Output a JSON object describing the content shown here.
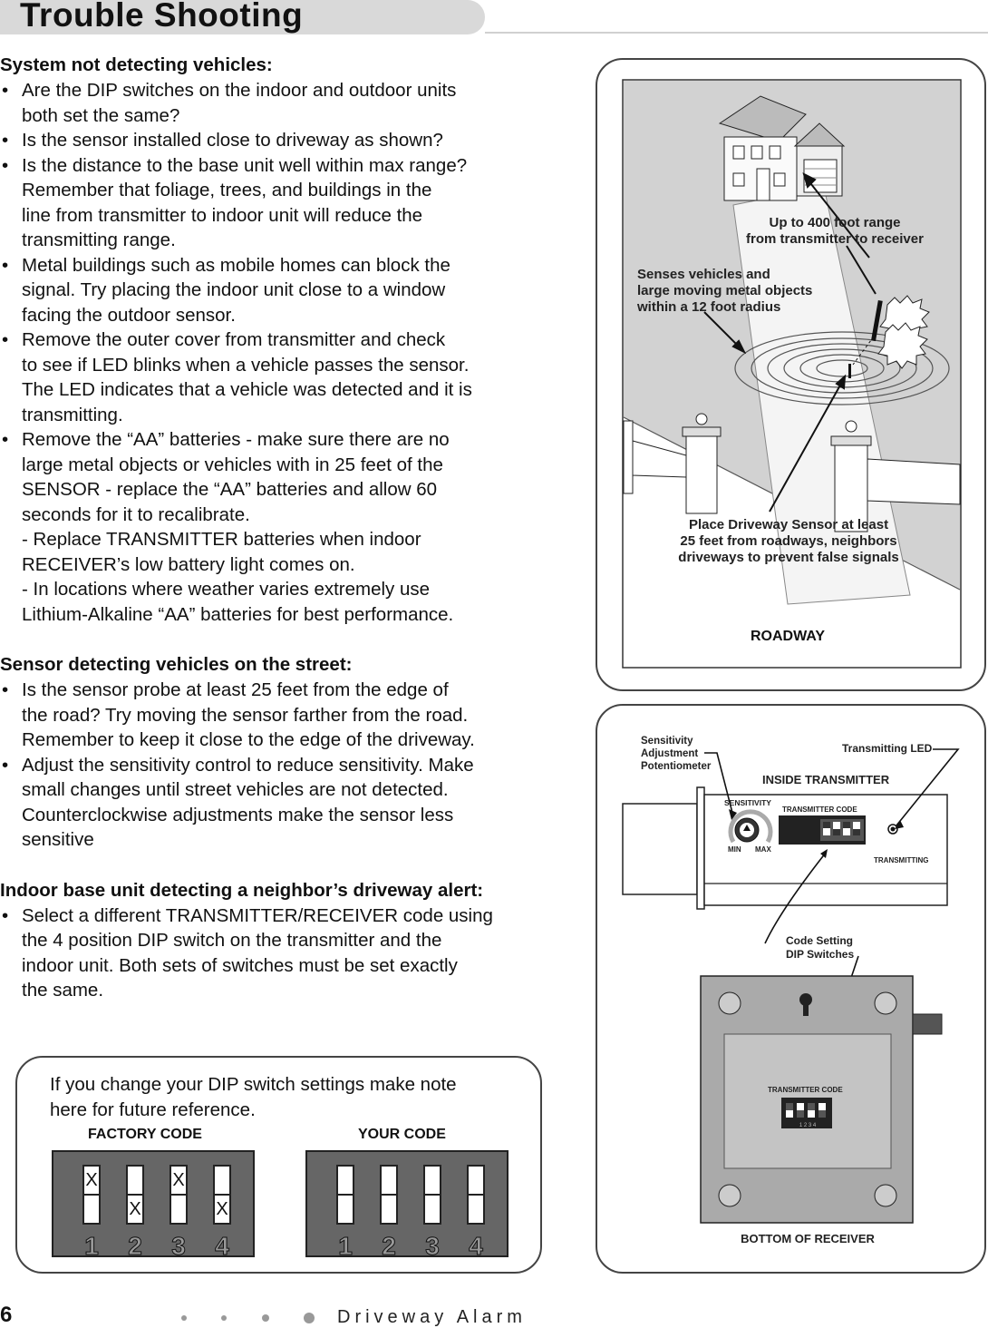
{
  "header": {
    "title": "Trouble Shooting"
  },
  "sections": [
    {
      "heading": "System not detecting vehicles:",
      "items": [
        [
          "Are the DIP switches on the indoor and outdoor units",
          "both set the same?"
        ],
        [
          "Is the sensor installed close to driveway as shown?"
        ],
        [
          "Is the distance to the base unit well within max range?",
          "Remember that foliage, trees, and buildings in the",
          "line from transmitter to indoor unit will reduce the",
          "transmitting range."
        ],
        [
          "Metal buildings such as mobile homes can block the",
          "signal. Try placing the indoor unit close to a window",
          "facing the outdoor sensor."
        ],
        [
          "Remove the outer cover from transmitter and check",
          "to see if LED blinks when a vehicle passes the sensor.",
          "The LED indicates that a vehicle was detected and it is",
          "transmitting."
        ],
        [
          "Remove the “AA” batteries - make sure there are no",
          "large metal objects or vehicles with in 25 feet of the",
          "SENSOR - replace the “AA” batteries and allow 60",
          "seconds for it to recalibrate.",
          "- Replace TRANSMITTER batteries when indoor",
          "RECEIVER’s low battery light comes on.",
          "- In locations where weather varies extremely use",
          "Lithium-Alkaline “AA” batteries for best performance."
        ]
      ]
    },
    {
      "heading": "Sensor detecting vehicles on the street:",
      "items": [
        [
          "Is the sensor probe at least 25 feet from the edge of",
          "the road?  Try moving the sensor farther from the road.",
          "Remember to keep it close to the edge of the driveway."
        ],
        [
          "Adjust the sensitivity control to reduce sensitivity.  Make",
          "small changes until street vehicles are not detected.",
          "Counterclockwise adjustments make the sensor less",
          "sensitive"
        ]
      ]
    },
    {
      "heading": "Indoor base unit detecting a neighbor’s driveway alert:",
      "items": [
        [
          "Select a different TRANSMITTER/RECEIVER code using",
          "the 4 position DIP switch on the transmitter and the",
          "indoor unit.  Both sets of switches must be set exactly",
          "the same."
        ]
      ]
    }
  ],
  "note": {
    "line1": "If you change your DIP switch settings make note",
    "line2": "here for future reference.",
    "factory_label": "FACTORY CODE",
    "your_label": "YOUR CODE",
    "factory_switches": [
      {
        "top": "X",
        "bottom": ""
      },
      {
        "top": "",
        "bottom": "X"
      },
      {
        "top": "X",
        "bottom": ""
      },
      {
        "top": "",
        "bottom": "X"
      }
    ],
    "your_switches": [
      {
        "top": "",
        "bottom": ""
      },
      {
        "top": "",
        "bottom": ""
      },
      {
        "top": "",
        "bottom": ""
      },
      {
        "top": "",
        "bottom": ""
      }
    ],
    "numbers": [
      "1",
      "2",
      "3",
      "4"
    ]
  },
  "scene": {
    "range_line1": "Up to 400 foot range",
    "range_line2": "from transmitter to receiver",
    "senses_line1": "Senses vehicles and",
    "senses_line2": "large moving metal objects",
    "senses_line3": "within a 12 foot radius",
    "place_line1": "Place Driveway Sensor at least",
    "place_line2": "25 feet from roadways, neighbors",
    "place_line3": "driveways to prevent false signals",
    "roadway": "ROADWAY"
  },
  "transmitter": {
    "sens_line1": "Sensitivity",
    "sens_line2": "Adjustment",
    "sens_line3": "Potentiometer",
    "led_label": "Transmitting LED",
    "inside_title": "INSIDE TRANSMITTER",
    "sensitivity": "SENSITIVITY",
    "min": "MIN",
    "max": "MAX",
    "code_label": "TRANSMITTER CODE",
    "transmitting": "TRANSMITTING",
    "dip_line1": "Code Setting",
    "dip_line2": "DIP Switches",
    "receiver_code": "TRANSMITTER CODE",
    "bottom_title": "BOTTOM OF RECEIVER",
    "mini_numbers": "1 2 3 4"
  },
  "footer": {
    "page": "6",
    "text": "Driveway Alarm"
  }
}
